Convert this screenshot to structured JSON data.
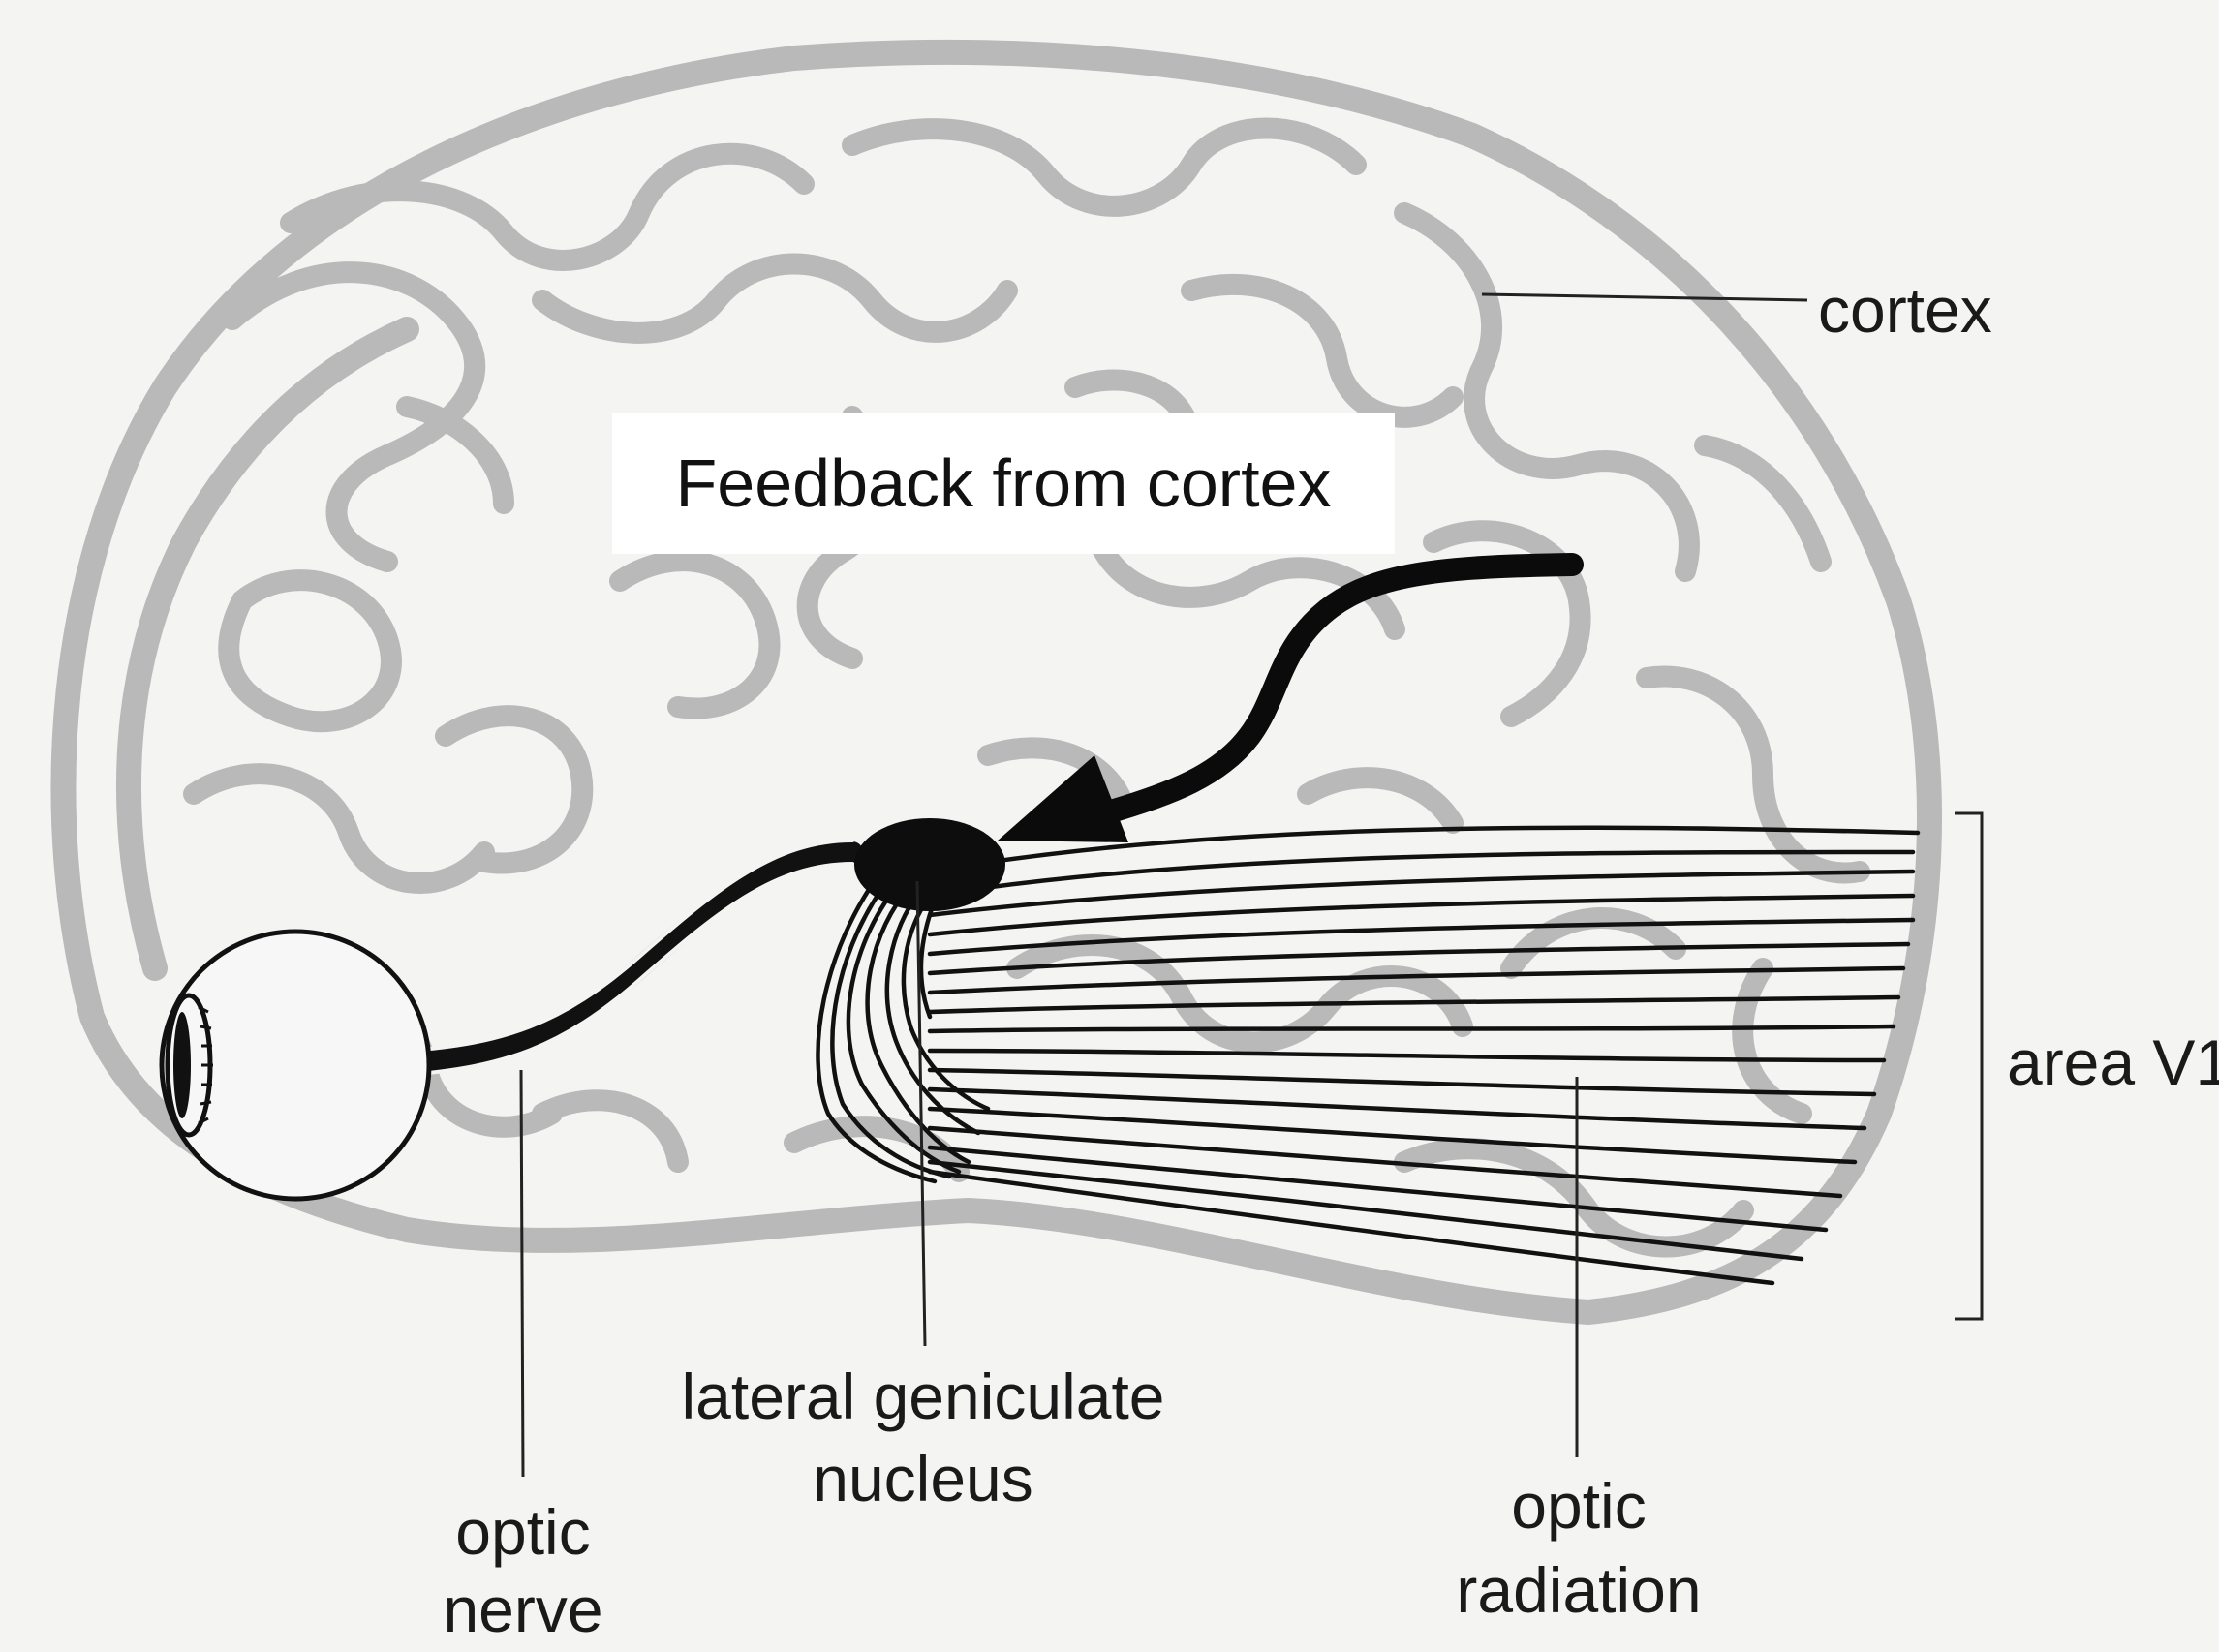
{
  "callout": {
    "text": "Feedback from cortex"
  },
  "labels": {
    "cortex": "cortex",
    "area_v1": "area V1",
    "lgn_line1": "lateral geniculate",
    "lgn_line2": "nucleus",
    "optic_nerve_line1": "optic",
    "optic_nerve_line2": "nerve",
    "optic_radiation_line1": "optic",
    "optic_radiation_line2": "radiation"
  },
  "colors": {
    "background": "#f4f4f2",
    "brain_gyri": "#b9b9b9",
    "ink": "#111111",
    "callout_bg": "#ffffff"
  }
}
